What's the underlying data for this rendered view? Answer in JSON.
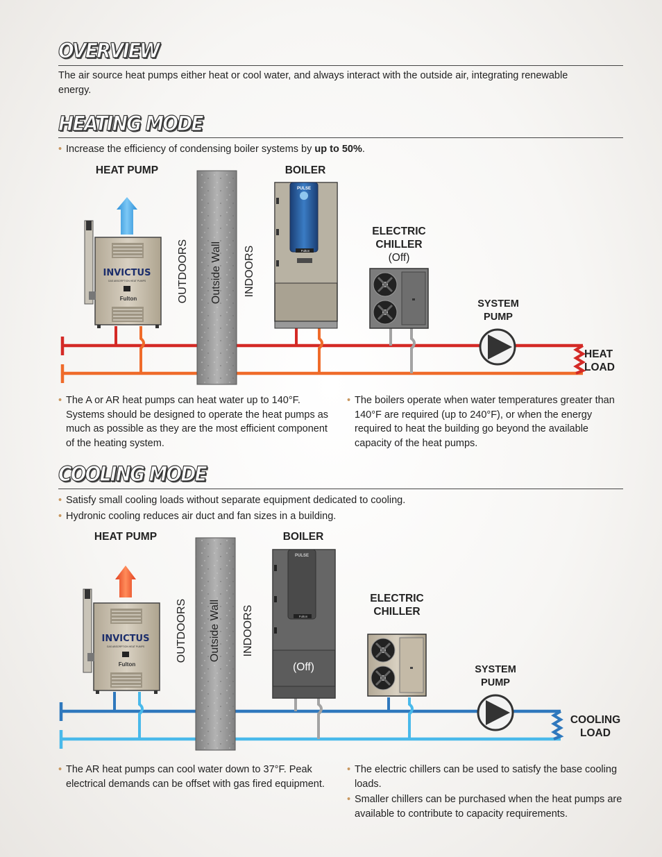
{
  "overview": {
    "title": "OVERVIEW",
    "text": "The air source heat pumps either heat or cool water, and always interact with the outside air, integrating renewable energy."
  },
  "heating": {
    "title": "HEATING MODE",
    "bullet_pre": "Increase the efficiency of condensing boiler systems by ",
    "bullet_bold": "up to 50%",
    "bullet_post": ".",
    "labels": {
      "heat_pump": "HEAT PUMP",
      "boiler": "BOILER",
      "chiller_line1": "ELECTRIC",
      "chiller_line2": "CHILLER",
      "chiller_state": "(Off)",
      "pump_line1": "SYSTEM",
      "pump_line2": "PUMP",
      "load_line1": "HEAT",
      "load_line2": "LOAD",
      "outdoors": "OUTDOORS",
      "wall": "Outside Wall",
      "indoors": "INDOORS"
    },
    "notes_left": [
      "The A or AR heat pumps can heat water up to 140°F. Systems should be designed to operate the heat pumps as much as possible as they are the most efficient component of the heating system."
    ],
    "notes_right": [
      "The boilers operate when water temperatures greater than 140°F are required (up to 240°F), or when the energy required to heat the building go beyond the available capacity of the heat pumps."
    ]
  },
  "cooling": {
    "title": "COOLING MODE",
    "bullets": [
      "Satisfy small cooling loads without separate equipment dedicated to cooling.",
      "Hydronic cooling reduces air duct and fan sizes in a building."
    ],
    "labels": {
      "heat_pump": "HEAT PUMP",
      "boiler": "BOILER",
      "boiler_state": "(Off)",
      "chiller_line1": "ELECTRIC",
      "chiller_line2": "CHILLER",
      "pump_line1": "SYSTEM",
      "pump_line2": "PUMP",
      "load_line1": "COOLING",
      "load_line2": "LOAD",
      "outdoors": "OUTDOORS",
      "wall": "Outside Wall",
      "indoors": "INDOORS"
    },
    "notes_left": [
      "The AR heat pumps can cool water down to 37°F. Peak electrical demands can be offset with gas fired equipment."
    ],
    "notes_right": [
      "The electric chillers can be used to satisfy the base cooling loads.",
      "Smaller chillers can be purchased when the heat pumps are available to contribute to capacity requirements."
    ]
  },
  "equipment": {
    "heat_pump_brand": "INVICTUS",
    "heat_pump_subtitle": "GAS ABSORPTION HEAT PUMPS",
    "maker": "Fulton",
    "boiler_brand": "PULSE"
  },
  "colors": {
    "supply_hot": "#d42a26",
    "return_hot": "#ef6b2a",
    "supply_cold": "#2f78bd",
    "return_cold": "#49b9ea",
    "idle": "#a3a3a3"
  }
}
